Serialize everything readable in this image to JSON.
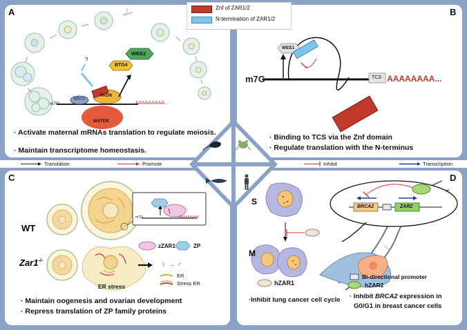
{
  "legend": {
    "znf": "Znf of ZAR1/2",
    "nterm": "N-termination of ZAR1/2",
    "znf_color": "#c0392b",
    "nterm_color": "#7cc6ec"
  },
  "panel_a": {
    "label": "A",
    "mrna_cap": "m7G",
    "mrna_tail": "AAAAAAAAA...",
    "proteins": [
      "MSY2",
      "PADI6",
      "MATER",
      "BTG4",
      "WEE2"
    ],
    "question": "?",
    "bullets": [
      "· Activate maternal mRNAs translation to regulate meiosis.",
      "· Maintain transcriptome homeostasis."
    ]
  },
  "panel_b": {
    "label": "B",
    "protein": "WEE1",
    "mrna_cap": "m7G",
    "element": "TCS",
    "mrna_tail": "AAAAAAAA...",
    "bullets": [
      "· Binding to TCS via the Znf domain",
      "· Regulate translation with the N-terminus"
    ]
  },
  "key": {
    "translation": "Translation",
    "promote": "Promote",
    "inhibit": "Inhibit",
    "transcription": "Transcription"
  },
  "panel_c": {
    "label": "C",
    "wt": "WT",
    "mutant": "Zar1",
    "mutant_sup": "-/-",
    "er_stress": "ER stress",
    "mrna_cap": "m7G",
    "mrna_tail": "AAAAAAAAA",
    "zzar1": "zZAR1",
    "zp": "ZP",
    "sex": "♀ → ♂",
    "er": "ER",
    "stress_er": "Stress ER",
    "bullets": [
      "· Maintain oogenesis and ovarian development",
      "· Repress translation of ZP family proteins"
    ]
  },
  "panel_d": {
    "label": "D",
    "s_phase": "S",
    "m_phase": "M",
    "hzar1": "hZAR1",
    "brca2": "BRCA2",
    "zar2": "ZAR2",
    "bidir": "Bi-directional promoter",
    "hzar2": "hZAR2",
    "bullet_left": "·Inhibit lung cancer cell cycle",
    "bullet_right_1a": "· Inhibit ",
    "bullet_right_1b": "BRCA2",
    "bullet_right_1c": " expression in",
    "bullet_right_2": "G0/G1 in breast cancer cells"
  }
}
